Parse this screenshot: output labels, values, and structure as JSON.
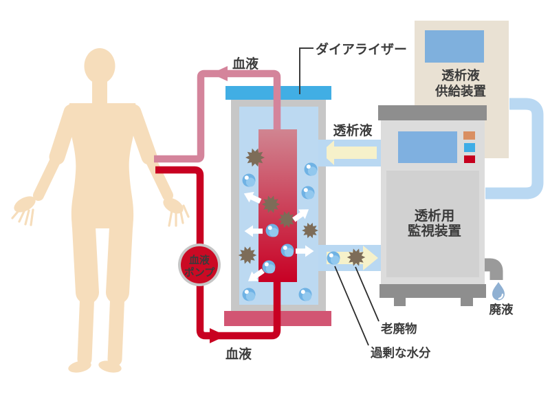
{
  "labels": {
    "dialyzer": "ダイアライザー",
    "blood_top": "血液",
    "blood_bottom": "血液",
    "dialysate": "透析液",
    "pump_line1": "血液",
    "pump_line2": "ポンプ",
    "monitor_line1": "透析用",
    "monitor_line2": "監視装置",
    "supply_line1": "透析液",
    "supply_line2": "供給装置",
    "waste": "老廃物",
    "excess_water": "過剰な水分",
    "waste_fluid": "廃液"
  },
  "icons": {
    "waste_particle": "spiky-star",
    "water_bubble": "bubble",
    "flow_arrow_white": "small-white-arrow",
    "flow_arrow_cream": "large-cream-arrow",
    "drain_drop": "teardrop",
    "faucet": "drain-spout"
  },
  "colors": {
    "skin": "#f6ddbb",
    "blood_out_red": "#c80021",
    "blood_return_pink": "#d4849b",
    "pump_red": "#cb0a24",
    "pump_ring": "#c6c6c6",
    "dialyzer_cap_blue": "#41aee4",
    "dialyzer_shell_gray": "#c7c7c7",
    "dialysate_blue": "#bcd9f1",
    "blood_column_top": "#d08591",
    "blood_column_bottom": "#c80024",
    "dialyzer_bottom_cap": "#d25573",
    "waste_brown": "#7d6c58",
    "bubble_blue": "#6fb2e4",
    "cream_arrow": "#f6f1ca",
    "monitor_gray": "#dcdcdc",
    "monitor_dark_gray": "#8e8e8e",
    "screen_blue": "#7fb0e0",
    "button_orange": "#d98f62",
    "button_blue": "#3fade6",
    "button_red": "#c6001e",
    "supply_beige": "#e9e1d3",
    "drop_blue": "#8fb0d2",
    "text": "#3b3b3b"
  }
}
